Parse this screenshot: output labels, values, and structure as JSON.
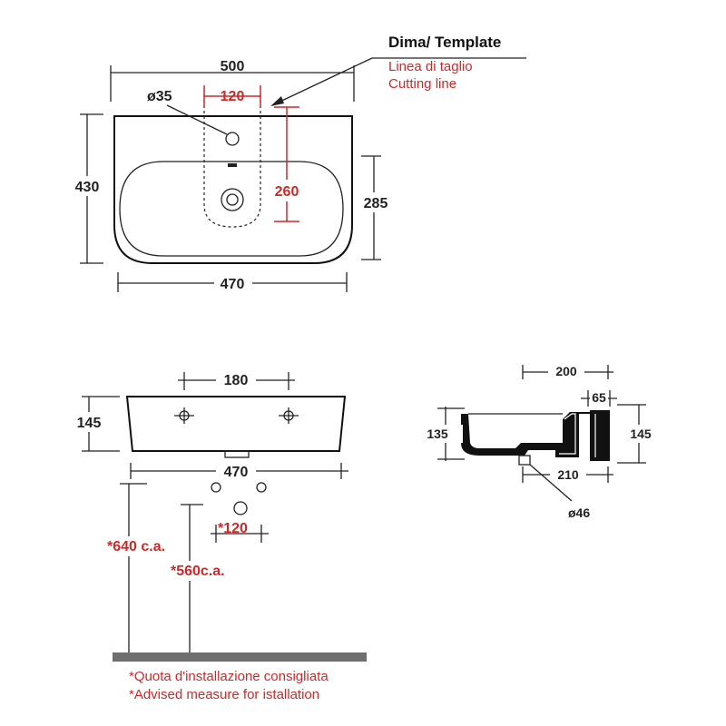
{
  "colors": {
    "line": "#222222",
    "accent_red": "#cc2a2a",
    "floor": "#6e6e6e"
  },
  "template": {
    "title": "Dima/ Template",
    "cutting_line_it": "Linea di taglio",
    "cutting_line_en": "Cutting line"
  },
  "top_view": {
    "width_outer": "500",
    "width_inner": "470",
    "depth_total": "430",
    "depth_bowl": "285",
    "tap_hole": "ø35",
    "template_width": "120",
    "template_depth": "260"
  },
  "front_view": {
    "fixing_spacing": "180",
    "height": "145",
    "width": "470",
    "hole_spacing": "*120",
    "height_640": "*640 c.a.",
    "height_560": "*560c.a."
  },
  "side_view": {
    "depth_200": "200",
    "rim_65": "65",
    "inner_135": "135",
    "height_145": "145",
    "bottom_210": "210",
    "waste": "ø46"
  },
  "notes": {
    "it": "*Quota d'installazione consigliata",
    "en": "*Advised measure for istallation"
  }
}
